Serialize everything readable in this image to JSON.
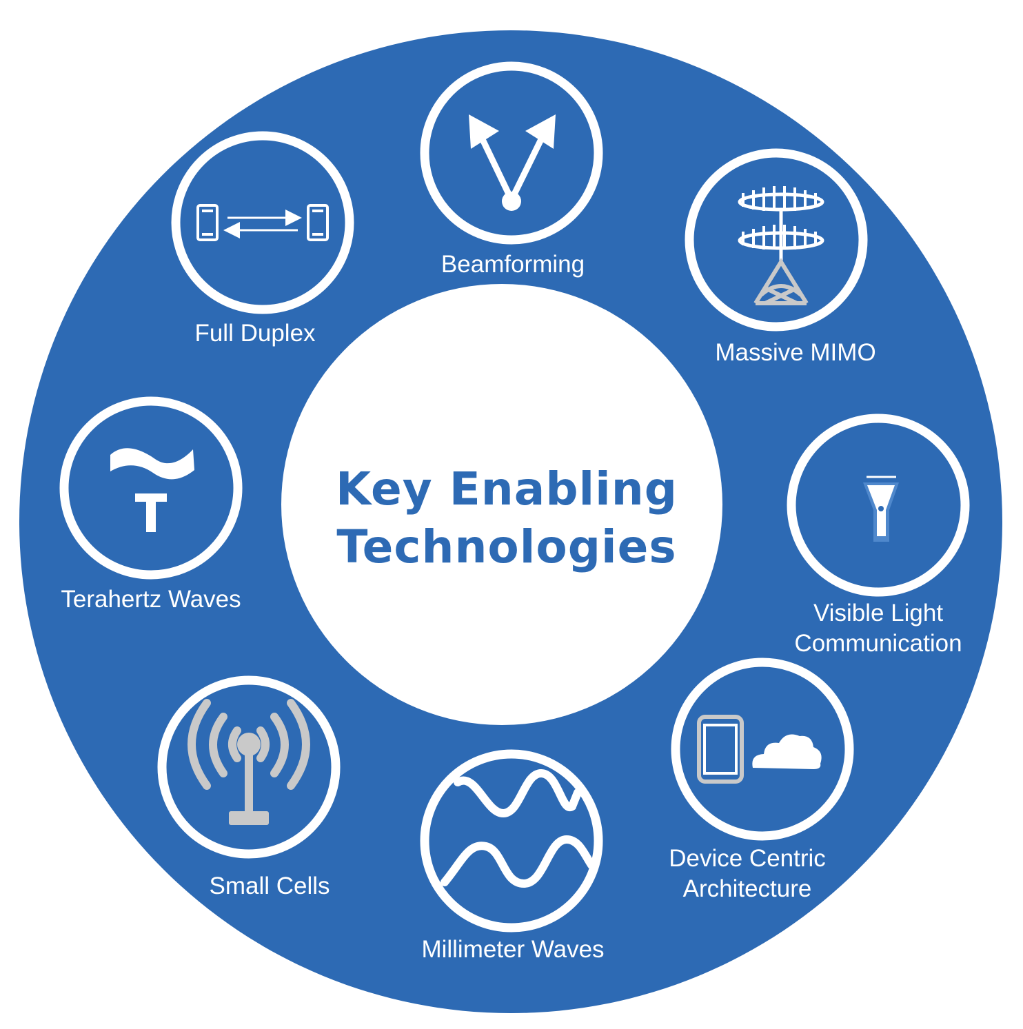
{
  "colors": {
    "ring": "#2d6ab4",
    "center": "#ffffff",
    "icon_line": "#ffffff",
    "icon_grey": "#c9c9c9"
  },
  "center": {
    "title_line1": "Key Enabling",
    "title_line2": "Technologies"
  },
  "technologies": [
    {
      "id": "beamforming",
      "icon": "beamforming-arrows-icon",
      "label_line1": "Beamforming",
      "label_line2": ""
    },
    {
      "id": "massive-mimo",
      "icon": "antenna-array-tower-icon",
      "label_line1": "Massive MIMO",
      "label_line2": ""
    },
    {
      "id": "visible-light",
      "icon": "flashlight-icon",
      "label_line1": "Visible Light",
      "label_line2": "Communication"
    },
    {
      "id": "device-centric",
      "icon": "tablet-cloud-icon",
      "label_line1": "Device Centric",
      "label_line2": "Architecture"
    },
    {
      "id": "millimeter-waves",
      "icon": "sine-waves-icon",
      "label_line1": "Millimeter Waves",
      "label_line2": ""
    },
    {
      "id": "small-cells",
      "icon": "broadcast-antenna-icon",
      "label_line1": "Small Cells",
      "label_line2": ""
    },
    {
      "id": "terahertz-waves",
      "icon": "wave-t-icon",
      "label_line1": "Terahertz Waves",
      "label_line2": ""
    },
    {
      "id": "full-duplex",
      "icon": "phones-bidirectional-icon",
      "label_line1": "Full Duplex",
      "label_line2": ""
    }
  ]
}
